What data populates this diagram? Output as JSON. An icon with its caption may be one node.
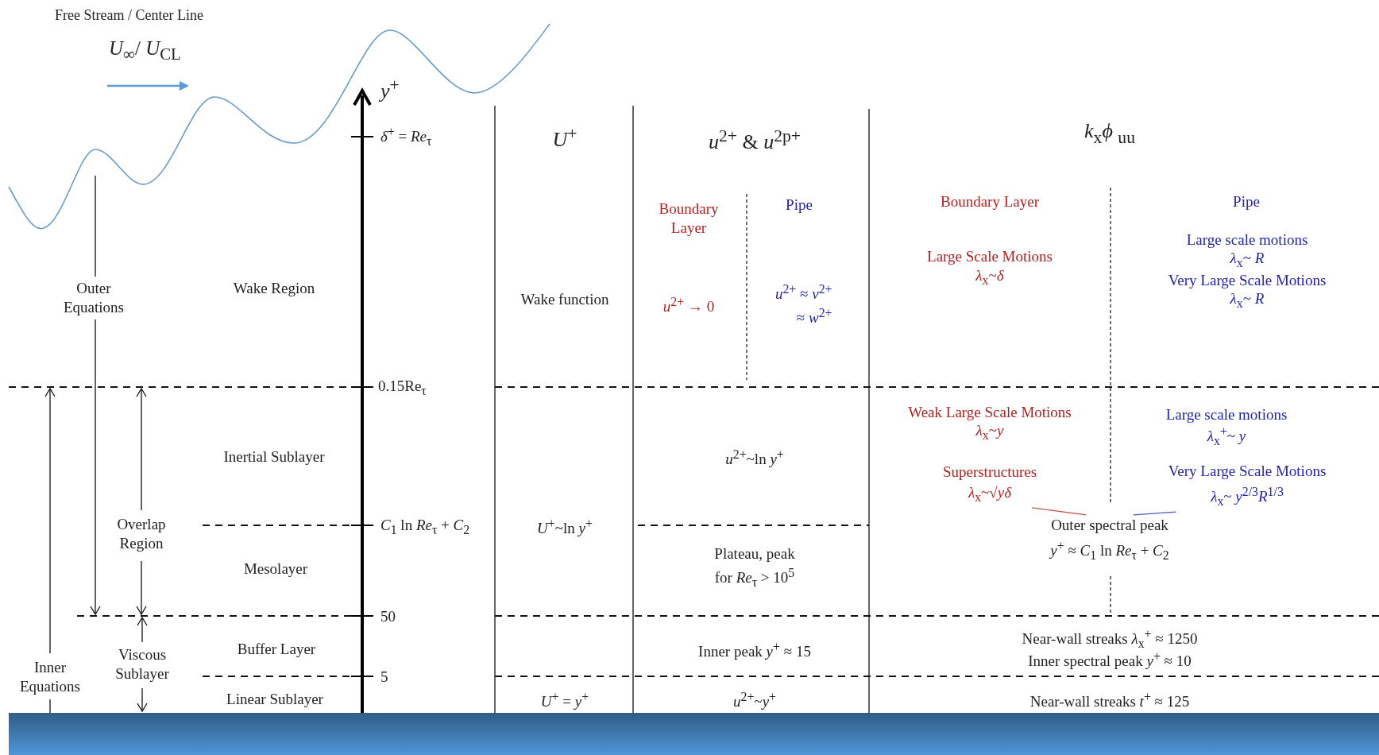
{
  "diagram": {
    "nodes": [
      {
        "text": [
          "Superstructures",
          "*λ*$_{x}$~√*yδ*"
        ]
      },
      {
        "text": [
          "Very Large Scale Motions",
          "*λ*$_{x}$~ *y*$^{2/3}$*R*$^{1/3}$"
        ]
      },
      {
        "text": [
          "Outer spectral peak",
          "*y*$^{+}$ ≈ *C*$_{1}$ ln *Re*$_{τ}$ + *C*$_{2}$"
        ]
      }
    ],
    "edges": [
      {
        "from": 2,
        "to": 0,
        "arrow": "none",
        "color": "#c0504d"
      },
      {
        "from": 2,
        "to": 1,
        "arrow": "none",
        "color": "#4a5bc4"
      }
    ],
    "labels": [
      "Free Stream / Center Line",
      "*U*$_{∞}$/ *U*$_{CL}$",
      "*y*$^{+}$",
      "*δ*$^{+}$ = *Re*$_{τ}$",
      "*U*$^{+}$",
      "*u*$^{2+}$ & *u*$^{2p+}$",
      "*k*$_{x}$*ϕ* $_{uu}$",
      "Boundary Layer",
      "Pipe",
      "Boundary Layer",
      "Pipe",
      "Large scale motions",
      "*λ*$_{x}$~ *R*",
      "Outer Equations",
      "Wake Region",
      "Large Scale Motions",
      "*λ*$_{x}$~*δ*",
      "Very Large Scale Motions",
      "Wake function",
      "*u*$^{2+}$ → 0",
      "*u*$^{2+}$ ≈ *v*$^{2+}$ ≈ *w*$^{2+}$",
      "*λ*$_{x}$~ *R*",
      "0.15Re$_{τ}$",
      "Weak Large Scale Motions",
      "Large scale motions",
      "*λ*$_{x}$~*y*",
      "*λ*$_{x}$$^{+}$~ *y*",
      "Inertial Sublayer",
      "*u*$^{2+}$~ln *y*$^{+}$",
      "*C*$_{1}$ ln *Re*$_{τ}$ + *C*$_{2}$",
      "*U*$^{+}$~ln *y*$^{+}$",
      "Overlap Region",
      "Mesolayer",
      "Plateau, peak for *Re*$_{τ}$ > 10$^{5}$",
      "50",
      "Viscous Sublayer",
      "Buffer Layer",
      "Inner peak *y*$^{+}$ ≈ 15",
      "Near-wall streaks *λ*$_{x}$$^{+}$ ≈ 1250",
      "Inner spectral peak *y*$^{+}$ ≈ 10",
      "Inner Equations",
      "5",
      "Linear Sublayer",
      "*U*$^{+}$ = *y*$^{+}$",
      "*u*$^{2+}$~*y*$^{+}$",
      "Near-wall streaks *t*$^{+}$ ≈ 125"
    ]
  }
}
